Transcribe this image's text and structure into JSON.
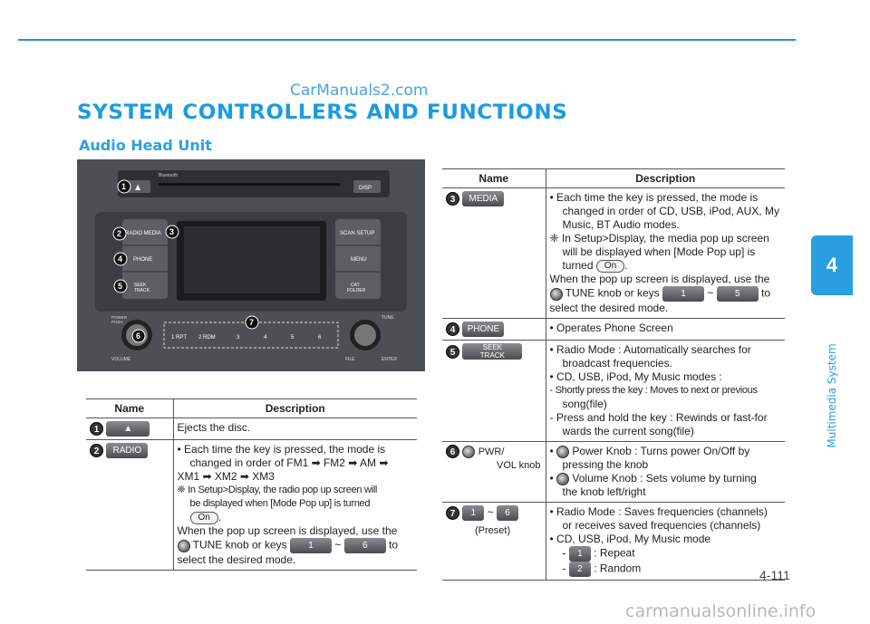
{
  "header": {
    "watermark_top": "CarManuals2.com",
    "section_title": "SYSTEM CONTROLLERS AND FUNCTIONS",
    "subsection_title": "Audio Head Unit"
  },
  "side": {
    "chapter_number": "4",
    "chapter_label": "Multimedia System"
  },
  "footer": {
    "page_number": "4-111",
    "watermark_bottom": "carmanualsonline.info"
  },
  "device": {
    "labels": {
      "bluetooth": "Bluetooth",
      "disp": "DISP",
      "radio_media": "RADIO MEDIA",
      "phone": "PHONE",
      "seek_track": "SEEK\nTRACK",
      "scan_setup": "SCAN SETUP",
      "menu": "MENU",
      "cat_folder": "CAT\nFOLDER",
      "power_push": "POWER\nPUSH",
      "tune": "TUNE",
      "volume": "VOLUME",
      "file": "FILE",
      "enter": "ENTER",
      "presets": [
        "1 RPT",
        "2 RDM",
        "3",
        "4",
        "5",
        "6"
      ]
    },
    "callouts": [
      "1",
      "2",
      "3",
      "4",
      "5",
      "6",
      "7"
    ]
  },
  "table_left": {
    "headers": [
      "Name",
      "Description"
    ],
    "rows": [
      {
        "num": "1",
        "key": "▲",
        "desc": "Ejects the disc."
      },
      {
        "num": "2",
        "key": "RADIO",
        "line1": "• Each time the key is pressed, the mode is",
        "line2": "changed in order of FM1 ➡ FM2 ➡ AM ➡",
        "line3": "XM1 ➡ XM2 ➡ XM3",
        "note1": "❈ In Setup>Display, the radio pop up screen will",
        "note2": "be displayed when [Mode Pop up] is turned",
        "on": "On",
        "after_on": ".",
        "line4": "When the pop up screen is displayed, use the",
        "tune_text": "TUNE knob or keys",
        "key_a": "1",
        "tilde": "~",
        "key_b": "6",
        "to": "to",
        "line5": "select the desired mode."
      }
    ]
  },
  "table_right": {
    "headers": [
      "Name",
      "Description"
    ],
    "rows": [
      {
        "num": "3",
        "key": "MEDIA",
        "line1": "• Each time the key is pressed, the mode is",
        "line2": "changed in order of CD, USB, iPod, AUX, My",
        "line3": "Music, BT Audio modes.",
        "note1": "❈ In Setup>Display, the media pop up screen",
        "note2": "will be displayed when [Mode Pop up] is",
        "note3": "turned",
        "on": "On",
        "after_on": ".",
        "line4": "When the pop up screen is displayed, use the",
        "tune_text": "TUNE knob or keys",
        "key_a": "1",
        "tilde": "~",
        "key_b": "5",
        "to": "to",
        "line5": "select the desired mode."
      },
      {
        "num": "4",
        "key": "PHONE",
        "desc": "• Operates Phone Screen"
      },
      {
        "num": "5",
        "key": "SEEK\nTRACK",
        "line1": "• Radio Mode : Automatically searches for",
        "line2": "broadcast frequencies.",
        "line3": "• CD, USB, iPod, My Music modes :",
        "line4": "- Shortly press the key : Moves to next or previous",
        "line5": "song(file)",
        "line6": "- Press and hold the key : Rewinds or fast-for",
        "line7": "wards the current song(file)"
      },
      {
        "num": "6",
        "name1": "PWR/",
        "name2": "VOL knob",
        "line1": "Power Knob : Turns power On/Off by",
        "line2": "pressing the knob",
        "line3": "Volume Knob : Sets volume by turning",
        "line4": "the knob left/right"
      },
      {
        "num": "7",
        "key_a": "1",
        "tilde": "~",
        "key_b": "6",
        "name2": "(Preset)",
        "line1": "• Radio Mode : Saves frequencies (channels)",
        "line2": "or receives saved frequencies (channels)",
        "line3": "• CD, USB, iPod, My Music mode",
        "rep_key": "1",
        "rep_text": ": Repeat",
        "rdm_key": "2",
        "rdm_text": ": Random"
      }
    ]
  }
}
